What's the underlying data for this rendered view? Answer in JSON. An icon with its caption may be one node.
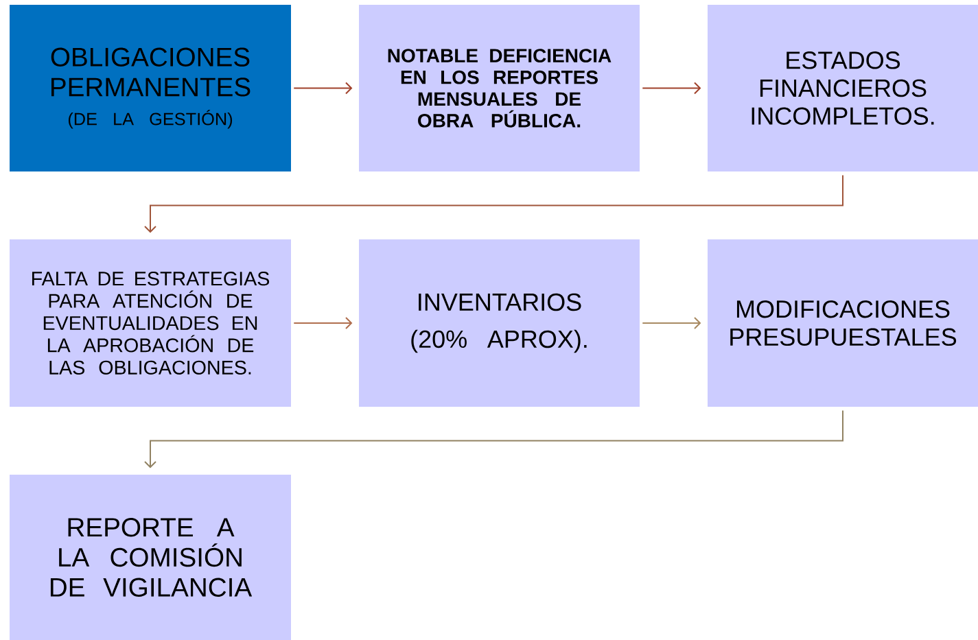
{
  "diagram": {
    "nodes": [
      {
        "text": [
          "OBLIGACIONES PERMANENTES",
          "(DE LA GESTIÓN)"
        ]
      },
      {
        "text": [
          "NOTABLE DEFICIENCIA EN LOS REPORTES MENSUALES DE OBRA PÚBLICA."
        ]
      },
      {
        "text": [
          "ESTADOS FINANCIEROS INCOMPLETOS."
        ]
      },
      {
        "text": [
          "FALTA DE ESTRATEGIAS PARA ATENCIÓN DE EVENTUALIDADES EN LA APROBACIÓN DE LAS OBLIGACIONES."
        ]
      },
      {
        "text": [
          "INVENTARIOS",
          "(20% APROX)."
        ]
      },
      {
        "text": [
          "MODIFICACIONES PRESUPUESTALES"
        ]
      },
      {
        "text": [
          "REPORTE A LA COMISIÓN DE VIGILANCIA"
        ]
      }
    ],
    "edges": [
      {
        "from": 0,
        "to": 1,
        "arrow": "to",
        "color": "#a0402a"
      },
      {
        "from": 1,
        "to": 2,
        "arrow": "to",
        "color": "#a0402a"
      },
      {
        "from": 2,
        "to": 3,
        "arrow": "to",
        "color": "#a0553a"
      },
      {
        "from": 3,
        "to": 4,
        "arrow": "to",
        "color": "#b06e4e"
      },
      {
        "from": 4,
        "to": 5,
        "arrow": "to",
        "color": "#a88a62"
      },
      {
        "from": 5,
        "to": 6,
        "arrow": "to",
        "color": "#918262"
      }
    ]
  }
}
